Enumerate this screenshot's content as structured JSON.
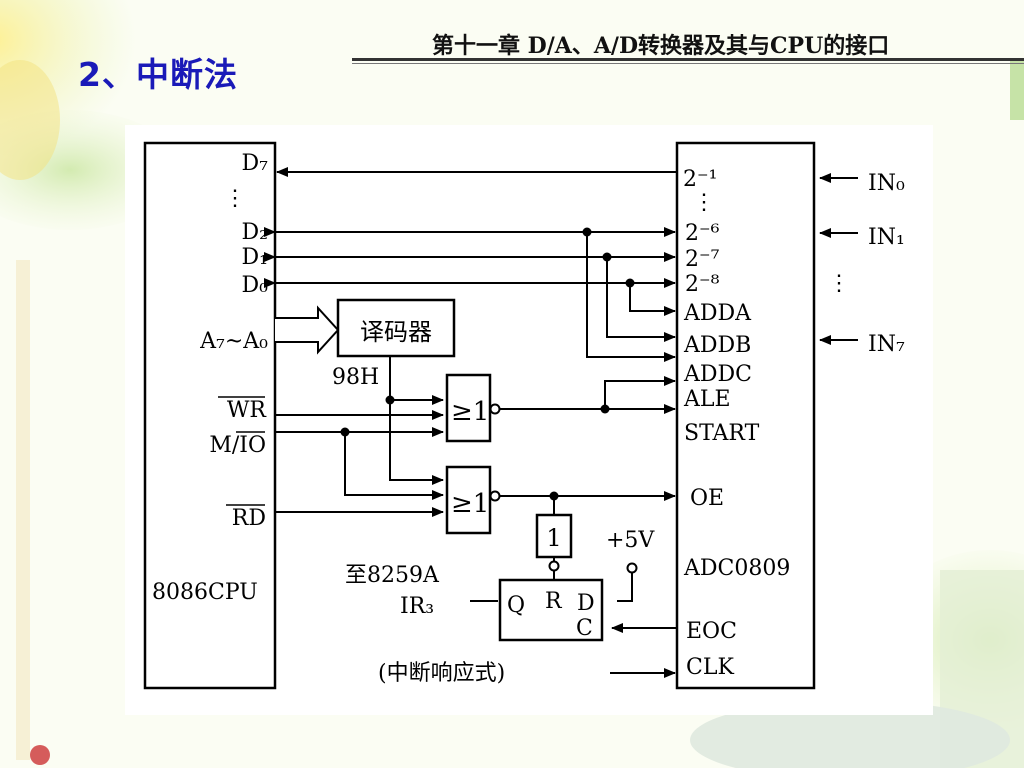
{
  "slide": {
    "title": "2、中断法",
    "chapter_header": "第十一章 D/A、A/D转换器及其与CPU的接口"
  },
  "diagram": {
    "cpu": {
      "name": "8086CPU",
      "pins": [
        "D₇",
        "⋮",
        "D₂",
        "D₁",
        "D₀",
        "A₇~A₀",
        "WR",
        "M/IO",
        "RD"
      ]
    },
    "adc": {
      "name": "ADC0809",
      "bit_labels": [
        "2⁻¹",
        "⋮",
        "2⁻⁶",
        "2⁻⁷",
        "2⁻⁸"
      ],
      "pins": [
        "ADDA",
        "ADDB",
        "ADDC",
        "ALE",
        "START",
        "OE",
        "EOC",
        "CLK"
      ]
    },
    "inputs": [
      "IN₀",
      "IN₁",
      "⋮",
      "IN₇"
    ],
    "decoder": {
      "label": "译码器",
      "address": "98H"
    },
    "nor_gate_1": "≥1",
    "nor_gate_2": "≥1",
    "inverter": "1",
    "flipflop": {
      "q": "Q",
      "r": "R",
      "d": "D",
      "c": "C"
    },
    "supply": "+5V",
    "interrupt_target": "至8259A",
    "interrupt_line": "IR₃",
    "mode_label": "(中断响应式)"
  },
  "colors": {
    "title": "#1a1ab8",
    "lines": "#000000"
  }
}
